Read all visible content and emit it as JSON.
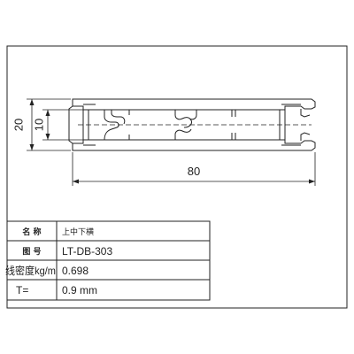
{
  "dimensions": {
    "width_label": "80",
    "height_outer_label": "20",
    "height_inner_label": "10"
  },
  "spec_table": {
    "rows": [
      {
        "label": "名 称",
        "value": "上中下横"
      },
      {
        "label": "图 号",
        "value": "LT-DB-303"
      },
      {
        "label": "线密度kg/m",
        "value": "0.698"
      },
      {
        "label": "T=",
        "value": "0.9 mm"
      }
    ]
  },
  "colors": {
    "line": "#222222",
    "background": "#ffffff"
  }
}
